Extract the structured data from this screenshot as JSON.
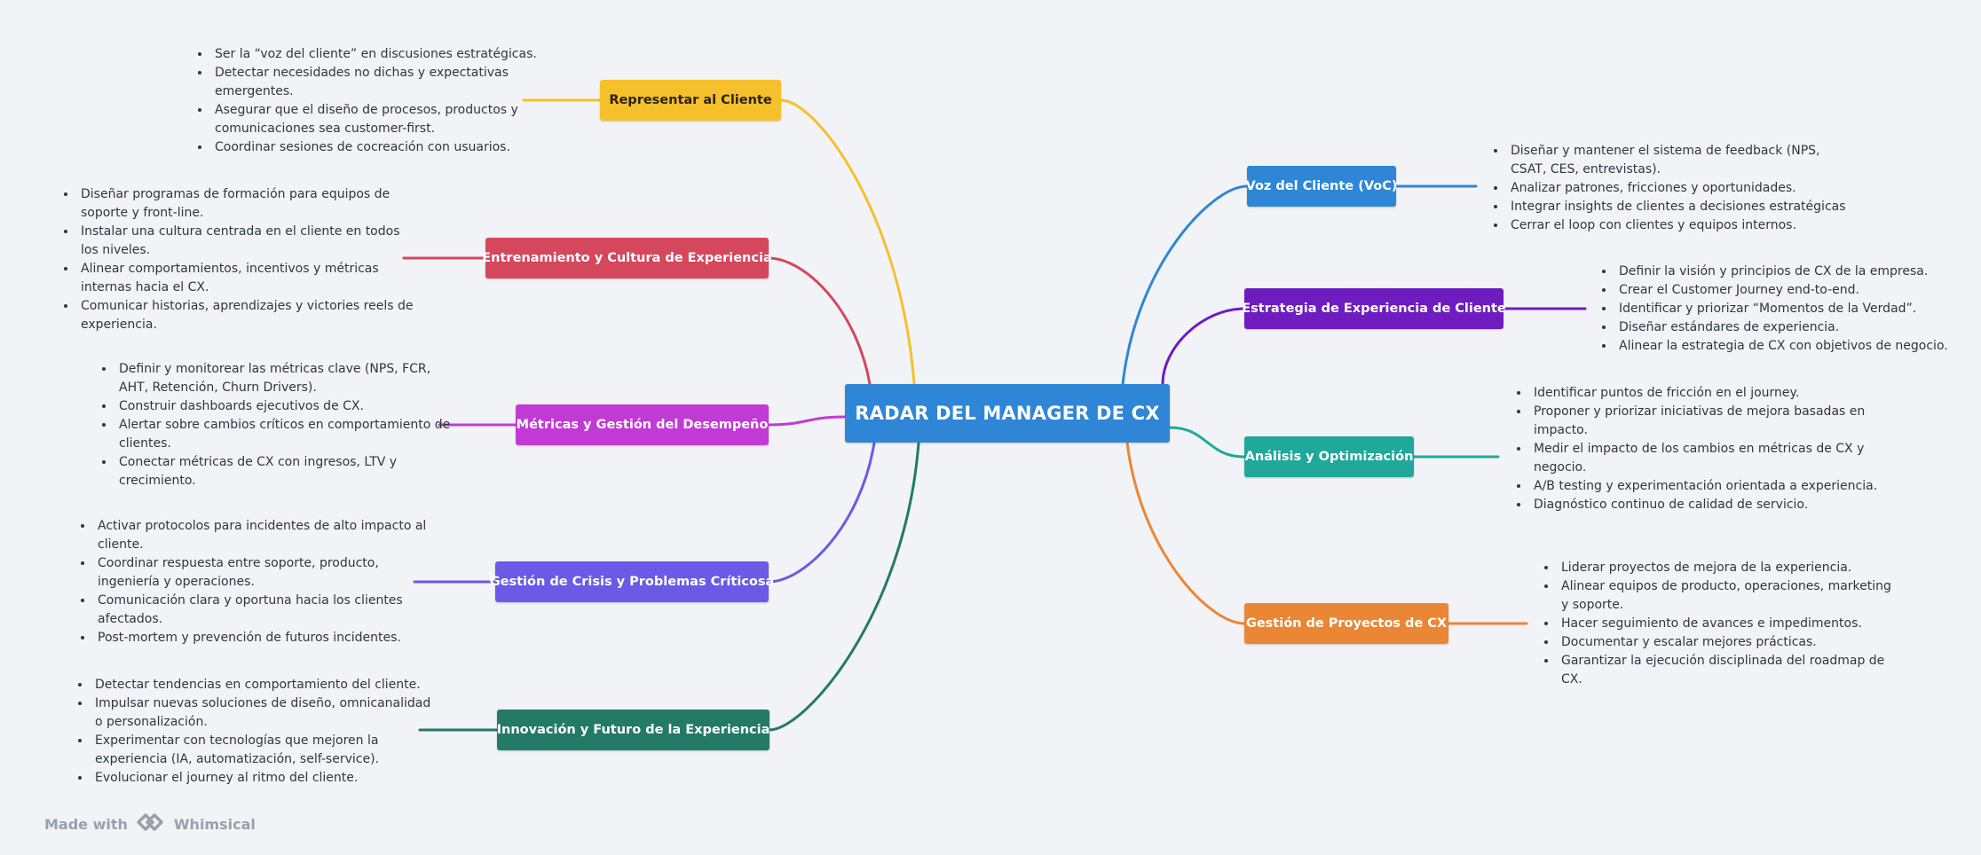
{
  "center": {
    "label": "RADAR DEL MANAGER DE CX",
    "color": "#2f86d6"
  },
  "branches": [
    {
      "key": "representar",
      "label": "Representar al Cliente",
      "color": "#f6c02c",
      "items": [
        "Ser la “voz del cliente” en discusiones estratégicas.",
        "Detectar necesidades no dichas y expectativas emergentes.",
        "Asegurar que el diseño de procesos, productos y comunicaciones sea customer-first.",
        "Coordinar sesiones de cocreación con usuarios."
      ]
    },
    {
      "key": "entrenamiento",
      "label": "Entrenamiento y Cultura de Experiencia",
      "color": "#d5475c",
      "items": [
        "Diseñar programas de formación para equipos de soporte y front-line.",
        "Instalar una cultura centrada en el cliente en todos los niveles.",
        "Alinear comportamientos, incentivos y métricas internas hacia el CX.",
        "Comunicar historias, aprendizajes y victories reels de experiencia."
      ]
    },
    {
      "key": "metricas",
      "label": "Métricas y Gestión del Desempeño",
      "color": "#c23ad5",
      "items": [
        "Definir y monitorear las métricas clave (NPS, FCR, AHT, Retención, Churn Drivers).",
        "Construir dashboards ejecutivos de CX.",
        "Alertar sobre cambios críticos en comportamiento de clientes.",
        "Conectar métricas de CX con ingresos, LTV y crecimiento."
      ]
    },
    {
      "key": "crisis",
      "label": "Gestión de Crisis y Problemas Críticosa",
      "color": "#6a5ae6",
      "items": [
        "Activar protocolos para incidentes de alto impacto al cliente.",
        "Coordinar respuesta entre soporte, producto, ingeniería y operaciones.",
        "Comunicación clara y oportuna hacia los clientes afectados.",
        "Post-mortem y prevención de futuros incidentes."
      ]
    },
    {
      "key": "innovacion",
      "label": "Innovación y Futuro de la Experiencia",
      "color": "#237a66",
      "items": [
        "Detectar tendencias en comportamiento del cliente.",
        "Impulsar nuevas soluciones de diseño, omnicanalidad o personalización.",
        "Experimentar con tecnologías que mejoren la experiencia (IA, automatización, self-service).",
        "Evolucionar el journey al ritmo del cliente."
      ]
    },
    {
      "key": "voz",
      "label": "Voz del Cliente (VoC)",
      "color": "#2f86d6",
      "items": [
        "Diseñar y mantener el sistema de feedback (NPS, CSAT, CES, entrevistas).",
        "Analizar patrones, fricciones y oportunidades.",
        "Integrar insights de clientes a decisiones estratégicas",
        "Cerrar el loop con clientes y equipos internos."
      ]
    },
    {
      "key": "estrategia",
      "label": "Estrategia de Experiencia de Cliente",
      "color": "#6e1cc0",
      "items": [
        "Definir la visión y principios de CX de la empresa.",
        "Crear el Customer Journey end-to-end.",
        "Identificar y priorizar “Momentos de la Verdad”.",
        "Diseñar estándares de experiencia.",
        "Alinear la estrategia de CX con objetivos de negocio."
      ]
    },
    {
      "key": "analisis",
      "label": "Análisis y Optimización",
      "color": "#1fa89b",
      "items": [
        "Identificar puntos de fricción en el journey.",
        "Proponer y priorizar iniciativas de mejora basadas en impacto.",
        "Medir el impacto de los cambios en métricas de CX y negocio.",
        "A/B testing y experimentación orientada a experiencia.",
        "Diagnóstico continuo de calidad de servicio."
      ]
    },
    {
      "key": "proyectos",
      "label": "Gestión de Proyectos de CX",
      "color": "#ea8634",
      "items": [
        "Liderar proyectos de mejora de la experiencia.",
        "Alinear equipos de producto, operaciones, marketing y soporte.",
        "Hacer seguimiento de avances e impedimentos.",
        "Documentar y escalar mejores prácticas.",
        "Garantizar la ejecución disciplinada del roadmap de CX."
      ]
    }
  ],
  "footer": {
    "made_with": "Made with",
    "brand": "Whimsical",
    "logo_icon": "whimsical-logo-icon"
  }
}
